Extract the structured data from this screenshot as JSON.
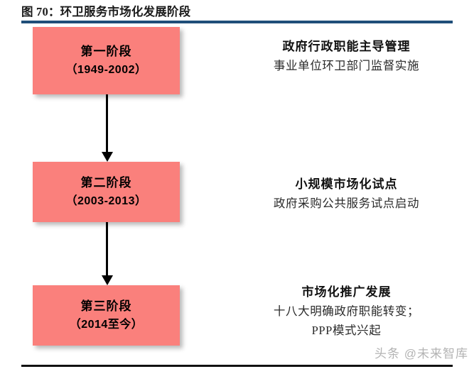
{
  "figure": {
    "title": "图 70：环卫服务市场化发展阶段",
    "rule_color": "#1f4e79",
    "box_color": "#fa807c"
  },
  "stages": [
    {
      "name": "第一阶段",
      "years": "（1949-2002）",
      "headline": "政府行政职能主导管理",
      "detail_lines": [
        "事业单位环卫部门监督实施"
      ]
    },
    {
      "name": "第二阶段",
      "years": "（2003-2013）",
      "headline": "小规模市场化试点",
      "detail_lines": [
        "政府采购公共服务试点启动"
      ]
    },
    {
      "name": "第三阶段",
      "years": "（2014至今）",
      "headline": "市场化推广发展",
      "detail_lines": [
        "十八大明确政府职能转变；",
        "PPP模式兴起"
      ]
    }
  ],
  "watermark": {
    "text": "头条 @未来智库"
  }
}
